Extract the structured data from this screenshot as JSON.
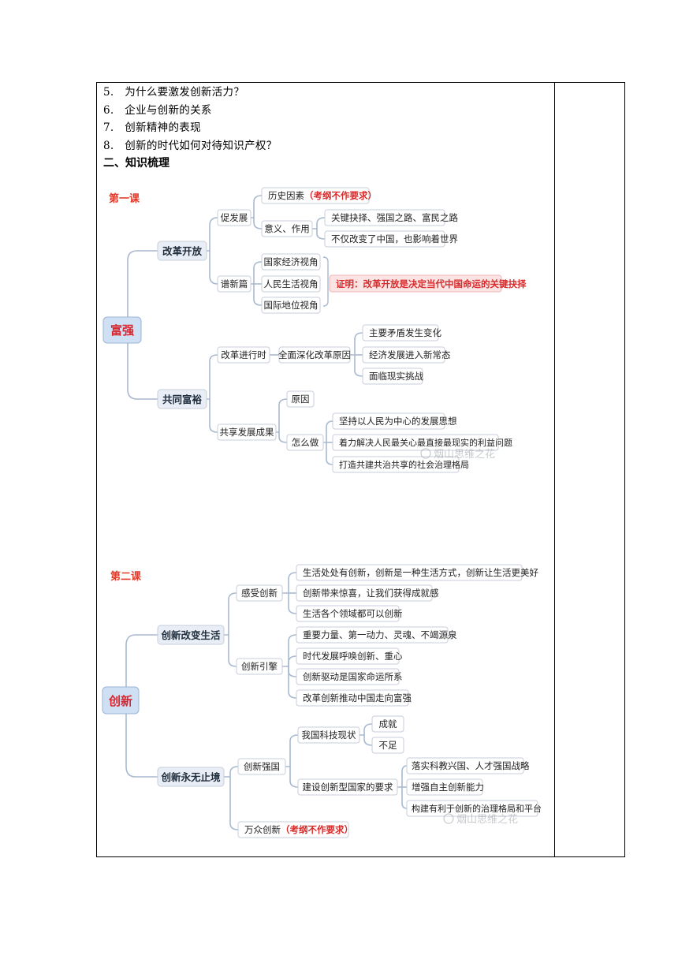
{
  "questions": [
    {
      "num": "5.",
      "text": "为什么要激发创新活力？"
    },
    {
      "num": "6.",
      "text": "企业与创新的关系"
    },
    {
      "num": "7.",
      "text": "创新精神的表现"
    },
    {
      "num": "8.",
      "text": "创新的时代如何对待知识产权？"
    }
  ],
  "section_heading": "二、知识梳理",
  "map1": {
    "lesson": "第一课",
    "root": "富强",
    "reform": "改革开放",
    "promote": "促发展",
    "history": "历史因素",
    "history_note": "（考纲不作要求）",
    "meaning": "意义、作用",
    "choice": "关键抉择、强国之路、富民之路",
    "world": "不仅改变了中国，也影响着世界",
    "new_chapter": "谱新篇",
    "view1": "国家经济视角",
    "view2": "人民生活视角",
    "view3": "国际地位视角",
    "proof": "证明：改革开放是决定当代中国命运的关键抉择",
    "common": "共同富裕",
    "progress": "改革进行时",
    "deepen": "全面深化改革原因",
    "c1": "主要矛盾发生变化",
    "c2": "经济发展进入新常态",
    "c3": "面临现实挑战",
    "share": "共享发展成果",
    "reason": "原因",
    "how": "怎么做",
    "h1": "坚持以人民为中心的发展思想",
    "h2": "着力解决人民最关心最直接最现实的利益问题",
    "h3": "打造共建共治共享的社会治理格局",
    "watermark": "烟山思维之花"
  },
  "map2": {
    "lesson": "第二课",
    "root": "创新",
    "change": "创新改变生活",
    "feel": "感受创新",
    "f1": "生活处处有创新，创新是一种生活方式，创新让生活更美好",
    "f2": "创新带来惊喜，让我们获得成就感",
    "f3": "生活各个领域都可以创新",
    "lead": "创新引擎",
    "l1": "重要力量、第一动力、灵魂、不竭源泉",
    "l2": "时代发展呼唤创新、重心",
    "l3": "创新驱动是国家命运所系",
    "l4": "改革创新推动中国走向富强",
    "endless": "创新永无止境",
    "strong": "创新强国",
    "status": "我国科技现状",
    "s1": "成就",
    "s2": "不足",
    "build": "建设创新型国家的要求",
    "b1": "落实科教兴国、人才强国战略",
    "b2": "增强自主创新能力",
    "b3": "构建有利于创新的治理格局和平台",
    "mass": "万众创新",
    "mass_note": "（考纲不作要求）",
    "watermark": "烟山思维之花"
  },
  "colors": {
    "line": "#a9b9cf",
    "node_fill": "#ffffff",
    "node_stroke": "#c7ced8",
    "root_fill": "#cfe0f5",
    "root_text": "#d9262e",
    "main_fill": "#e9eef6",
    "lesson_text": "#e23a2b",
    "note_red": "#d92b2b",
    "proof_fill": "#fde4e4",
    "proof_stroke": "#f0b6b6"
  }
}
